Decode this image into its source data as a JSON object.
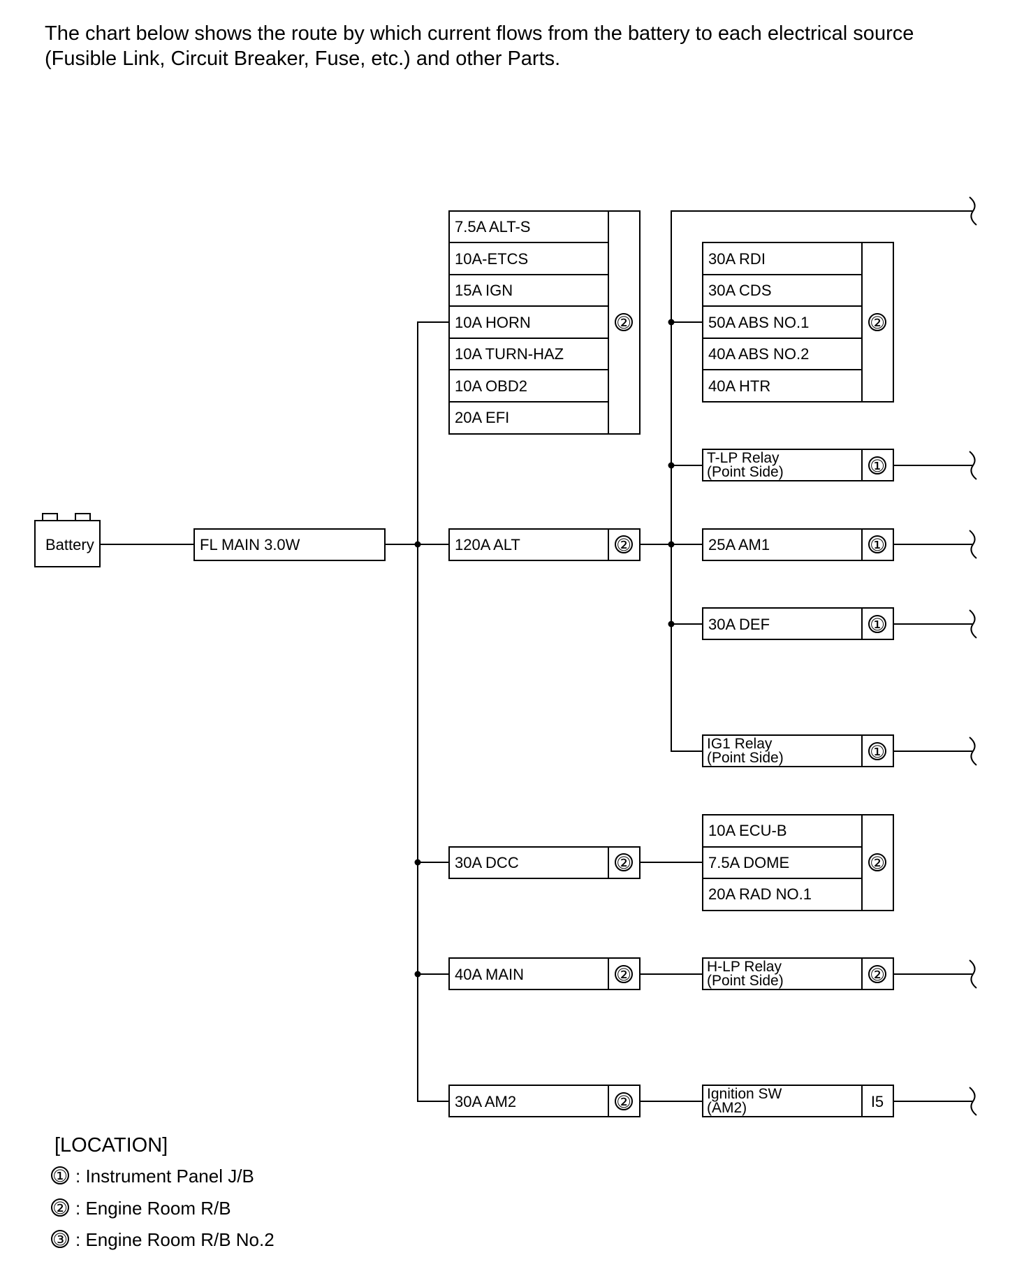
{
  "intro": {
    "line1": "The chart below shows the route by which current flows from the battery to each electrical source",
    "line2": "(Fusible Link, Circuit Breaker, Fuse, etc.) and other Parts."
  },
  "battery": "Battery",
  "main_link": "FL MAIN 3.0W",
  "top_group": {
    "items": [
      "7.5A ALT-S",
      "10A-ETCS",
      "15A IGN",
      "10A HORN",
      "10A TURN-HAZ",
      "10A OBD2",
      "20A EFI"
    ],
    "location": "②"
  },
  "alt_fuse": {
    "label": "120A ALT",
    "location": "②"
  },
  "alt_group": {
    "items": [
      "30A RDI",
      "30A CDS",
      "50A ABS NO.1",
      "40A ABS NO.2",
      "40A HTR"
    ],
    "location": "②"
  },
  "tlp_relay": {
    "line1": "T-LP Relay",
    "line2": "(Point Side)",
    "location": "①"
  },
  "am1": {
    "label": "25A AM1",
    "location": "①"
  },
  "def": {
    "label": "30A DEF",
    "location": "①"
  },
  "ig1_relay": {
    "line1": "IG1 Relay",
    "line2": "(Point Side)",
    "location": "①"
  },
  "dcc": {
    "label": "30A DCC",
    "location": "②"
  },
  "dcc_group": {
    "items": [
      "10A ECU-B",
      "7.5A DOME",
      "20A RAD NO.1"
    ],
    "location": "②"
  },
  "main_fuse": {
    "label": "40A MAIN",
    "location": "②"
  },
  "hlp_relay": {
    "line1": "H-LP Relay",
    "line2": "(Point Side)",
    "location": "②"
  },
  "am2": {
    "label": "30A AM2",
    "location": "②"
  },
  "ignition_sw": {
    "line1": "Ignition SW",
    "line2": "(AM2)",
    "location": "I5"
  },
  "legend": {
    "title": "[LOCATION]",
    "items": [
      {
        "symbol": "①",
        "text": ": Instrument Panel J/B"
      },
      {
        "symbol": "②",
        "text": ": Engine Room R/B"
      },
      {
        "symbol": "③",
        "text": ": Engine Room R/B No.2"
      }
    ]
  }
}
